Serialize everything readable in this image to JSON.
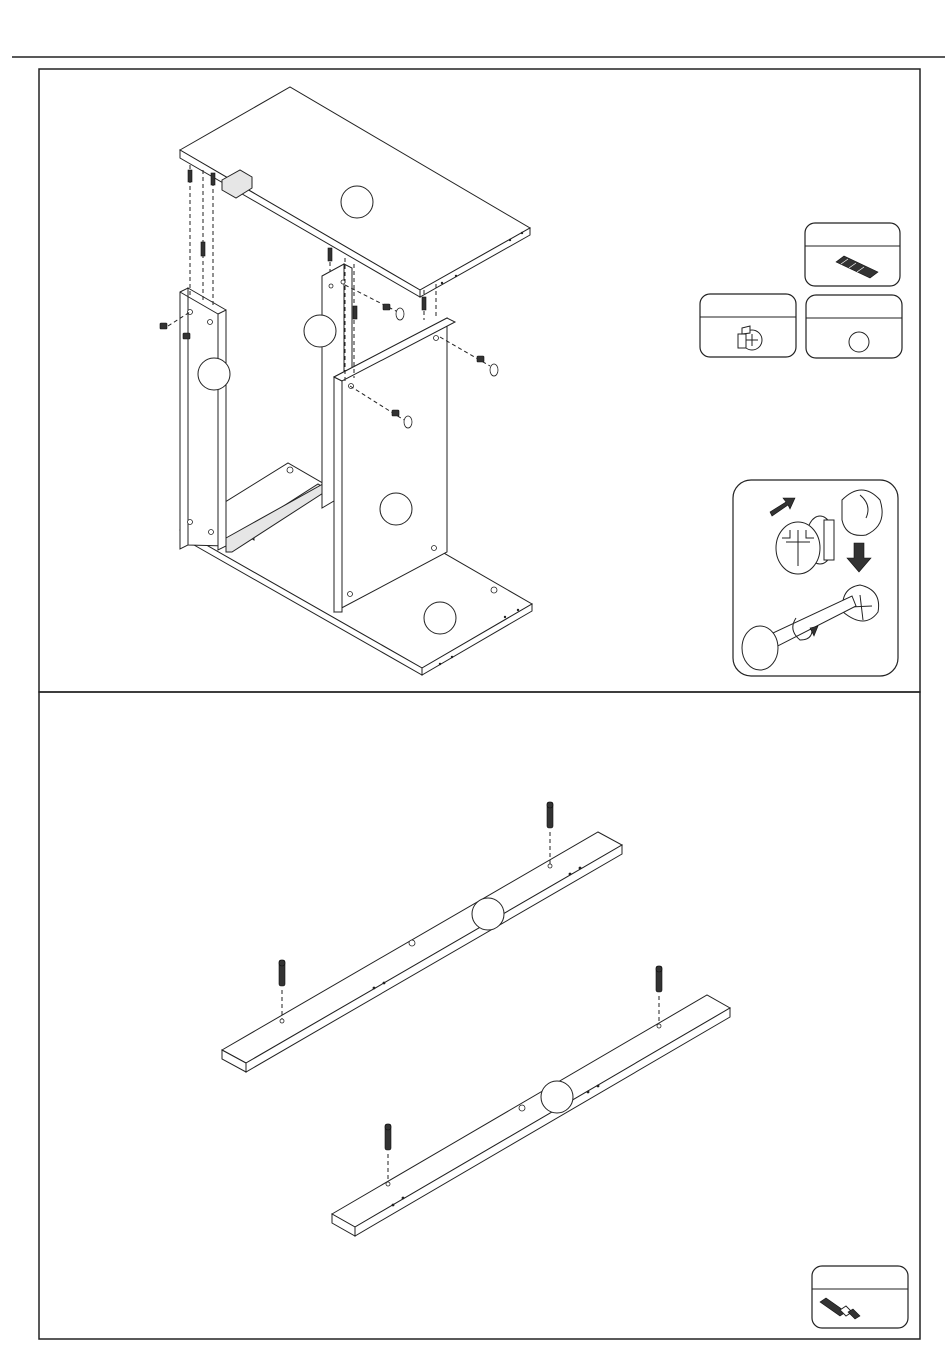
{
  "steps": [
    {
      "id": "step-cabinet-assembly",
      "part_labels": [
        "",
        "",
        "",
        "",
        ""
      ],
      "hardware": [
        {
          "id": "dowel-box",
          "qty": ""
        },
        {
          "id": "cam-lock-box",
          "qty": ""
        },
        {
          "id": "cam-cap-box",
          "qty": ""
        }
      ],
      "icons": [
        "cam-lock-install-diagram"
      ]
    },
    {
      "id": "step-rail-assembly",
      "part_labels": [
        "",
        ""
      ],
      "hardware": [
        {
          "id": "cam-bolt-box",
          "qty": ""
        }
      ]
    }
  ]
}
